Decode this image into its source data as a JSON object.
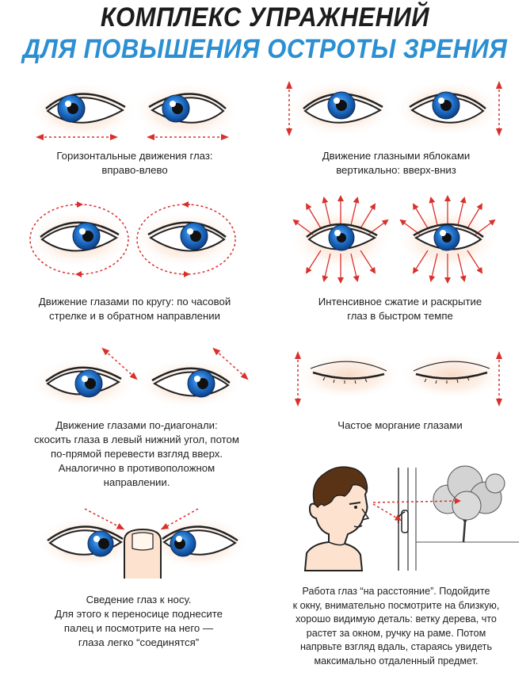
{
  "header": {
    "line1": "КОМПЛЕКС УПРАЖНЕНИЙ",
    "line2": "ДЛЯ ПОВЫШЕНИЯ ОСТРОТЫ ЗРЕНИЯ"
  },
  "colors": {
    "title_blue": "#2b8fd2",
    "iris_blue": "#1f6fc7",
    "arrow_red": "#d9302c",
    "glow_peach": "#fbe4d3"
  },
  "exercises": [
    {
      "id": "horizontal",
      "caption": [
        "Горизонтальные движения глаз:",
        "вправо-влево"
      ]
    },
    {
      "id": "vertical",
      "caption": [
        "Движение глазными яблоками",
        "вертикально: вверх-вниз"
      ]
    },
    {
      "id": "circular",
      "caption": [
        "Движение глазами по кругу: по часовой",
        "стрелке и в обратном направлении"
      ]
    },
    {
      "id": "squeeze",
      "caption": [
        "Интенсивное сжатие и раскрытие",
        "глаз в быстром темпе"
      ]
    },
    {
      "id": "diagonal",
      "caption": [
        "Движение глазами по-диагонали:",
        "скосить глаза в левый нижний угол, потом",
        "по-прямой перевести взгляд вверх.",
        "Аналогично в противоположном",
        "направлении."
      ]
    },
    {
      "id": "blinking",
      "caption": [
        "Частое моргание глазами"
      ]
    },
    {
      "id": "nose",
      "caption": [
        "Сведение глаз к носу.",
        "Для этого к переносице поднесите",
        "палец и посмотрите на него —",
        "глаза легко “соединятся”"
      ]
    },
    {
      "id": "distance",
      "caption": [
        "Работа глаз “на расстояние”. Подойдите",
        "к окну, внимательно посмотрите на близкую,",
        "хорошо видимую деталь: ветку дерева, что",
        "растет за окном, ручку на раме. Потом",
        "напрвьте взгляд вдаль, стараясь увидеть",
        "максимально отдаленный предмет."
      ]
    }
  ]
}
